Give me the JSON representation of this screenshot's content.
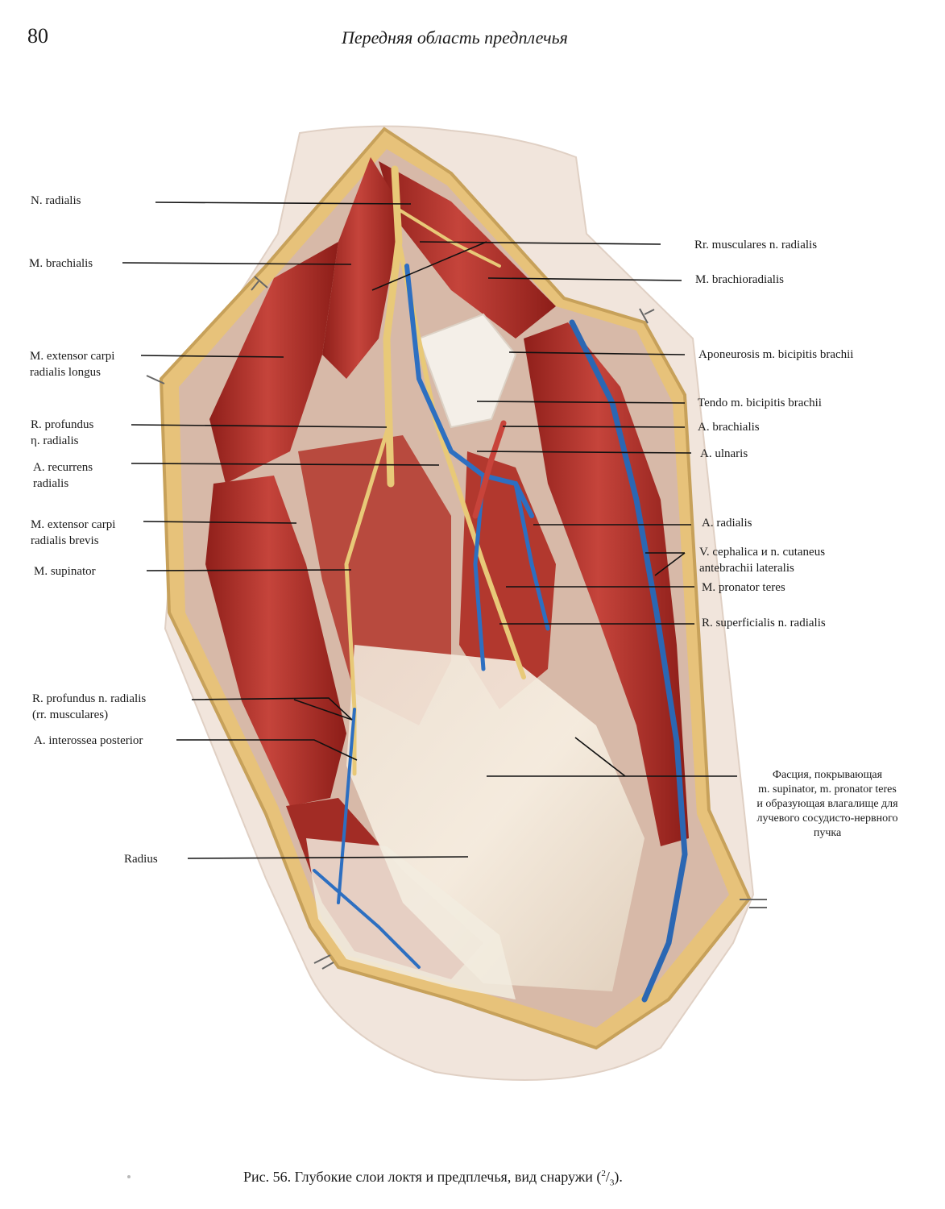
{
  "header": {
    "page_number": "80",
    "running_title": "Передняя область предплечья"
  },
  "labels": {
    "n_radialis": {
      "text": "N. radialis"
    },
    "m_brachialis": {
      "text": "M. brachialis"
    },
    "ecrl": {
      "lines": [
        "M. extensor carpi",
        "radialis longus"
      ]
    },
    "r_profundus": {
      "lines": [
        "R. profundus",
        "η. radialis"
      ]
    },
    "a_recurrens": {
      "lines": [
        "A. recurrens",
        "radialis"
      ]
    },
    "ecrb": {
      "lines": [
        "M. extensor carpi",
        "radialis brevis"
      ]
    },
    "m_supinator": {
      "text": "M. supinator"
    },
    "r_profundus_musc": {
      "lines": [
        "R. profundus n. radialis",
        "(rr. musculares)"
      ]
    },
    "a_interossea": {
      "text": "A. interossea posterior"
    },
    "radius": {
      "text": "Radius"
    },
    "rr_musculares": {
      "text": "Rr. musculares n. radialis"
    },
    "m_brachioradialis": {
      "text": "M. brachioradialis"
    },
    "aponeurosis": {
      "text": "Aponeurosis m. bicipitis brachii"
    },
    "tendo": {
      "text": "Tendo m. bicipitis brachii"
    },
    "a_brachialis": {
      "text": "A. brachialis"
    },
    "a_ulnaris": {
      "text": "A. ulnaris"
    },
    "a_radialis": {
      "text": "A. radialis"
    },
    "v_cephalica": {
      "lines": [
        "V. cephalica и n. cutaneus",
        "antebrachii lateralis"
      ]
    },
    "m_pronator": {
      "text": "M. pronator teres"
    },
    "r_superficialis": {
      "text": "R. superficialis n. radialis"
    },
    "fascia": {
      "lines": [
        "Фасция, покрывающая",
        "m. supinator, m. pronator teres",
        "и образующая влагалище для",
        "лучевого сосудисто-нервного",
        "пучка"
      ]
    }
  },
  "caption": {
    "prefix": "Рис. 56. Глубокие слои локтя и предплечья, вид снаружи (",
    "num": "2",
    "slash": "/",
    "den": "3",
    "suffix": ")."
  }
}
